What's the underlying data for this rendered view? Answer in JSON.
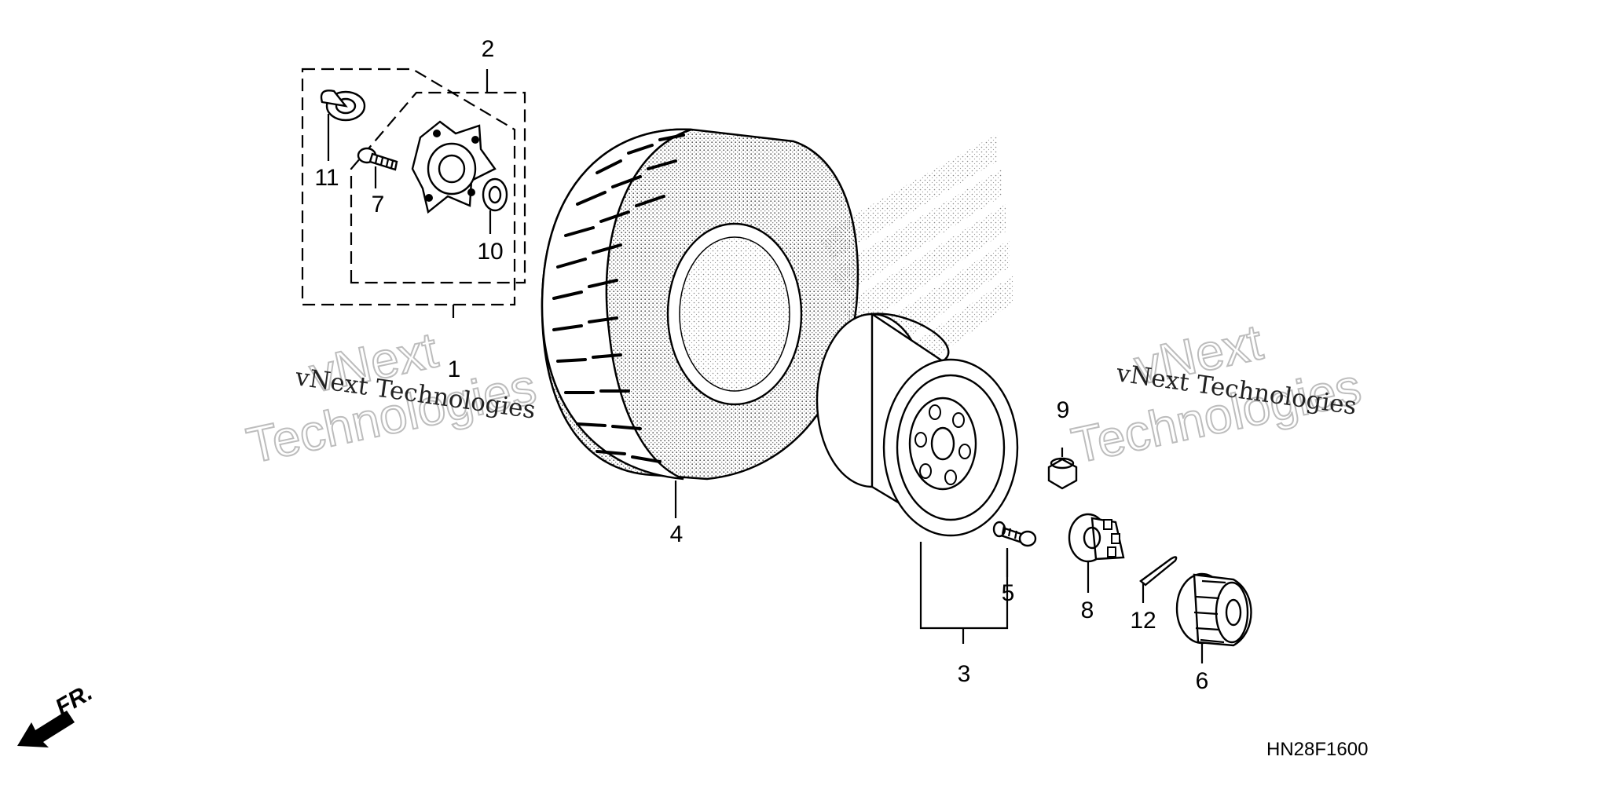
{
  "diagram_code": "HN28F1600",
  "direction_label": "FR.",
  "watermark": {
    "small": "vNext Technologies",
    "big_line1": "vNext",
    "big_line2": "Technologies"
  },
  "callouts": {
    "c1": "1",
    "c2": "2",
    "c3": "3",
    "c4": "4",
    "c5": "5",
    "c6": "6",
    "c7": "7",
    "c8": "8",
    "c9": "9",
    "c10": "10",
    "c11": "11",
    "c12": "12"
  }
}
